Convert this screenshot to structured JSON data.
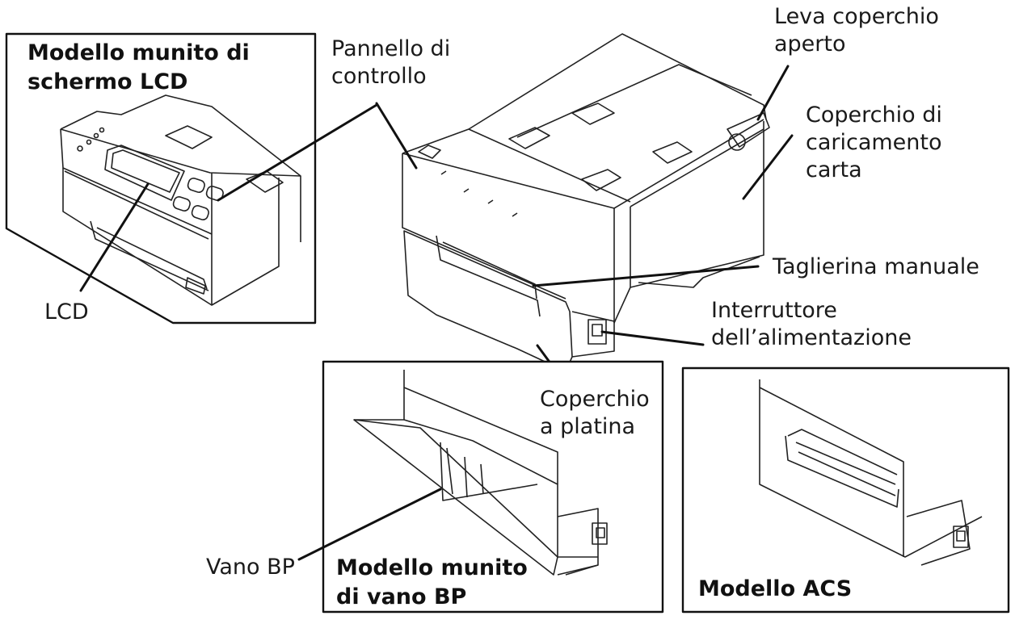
{
  "insets": {
    "lcd_model": {
      "title": "Modello munito di\nschermo LCD",
      "callout_lcd": "LCD"
    },
    "bp_model": {
      "title": "Modello munito\ndi vano BP",
      "callout_bp": "Vano BP"
    },
    "acs_model": {
      "title": "Modello ACS"
    }
  },
  "callouts": {
    "control_panel": "Pannello di\ncontrollo",
    "cover_open_lever": "Leva coperchio\naperto",
    "paper_cover": "Coperchio di\ncaricamento\ncarta",
    "manual_cutter": "Taglierina manuale",
    "power_switch": "Interruttore\ndell’alimentazione",
    "platen_cover": "Coperchio\na platina"
  }
}
